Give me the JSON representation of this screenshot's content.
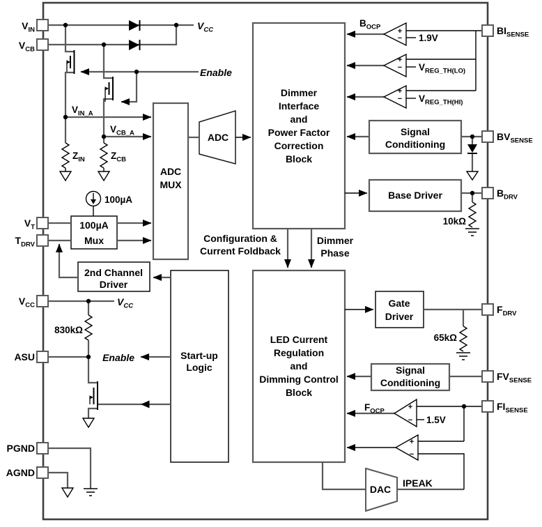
{
  "diagram_title": "LED driver IC functional block diagram",
  "colors": {
    "wire": "#595959",
    "symbol": "#000000",
    "block_border": "#595959",
    "background": "#ffffff",
    "text": "#000000"
  },
  "pins": {
    "left": [
      {
        "main": "V",
        "sub": "IN"
      },
      {
        "main": "V",
        "sub": "CB"
      },
      {
        "main": "V",
        "sub": "T"
      },
      {
        "main": "T",
        "sub": "DRV"
      },
      {
        "main": "V",
        "sub": "CC"
      },
      {
        "main": "ASU",
        "sub": ""
      },
      {
        "main": "PGND",
        "sub": ""
      },
      {
        "main": "AGND",
        "sub": ""
      }
    ],
    "right": [
      {
        "main": "BI",
        "sub": "SENSE"
      },
      {
        "main": "BV",
        "sub": "SENSE"
      },
      {
        "main": "B",
        "sub": "DRV"
      },
      {
        "main": "F",
        "sub": "DRV"
      },
      {
        "main": "FV",
        "sub": "SENSE"
      },
      {
        "main": "FI",
        "sub": "SENSE"
      }
    ]
  },
  "blocks": {
    "adc_mux": {
      "lines": [
        "ADC",
        "MUX"
      ]
    },
    "adc": {
      "label": "ADC"
    },
    "dimmer": {
      "lines": [
        "Dimmer",
        "Interface",
        "and",
        "Power Factor",
        "Correction",
        "Block"
      ]
    },
    "signal_conditioning_top": {
      "lines": [
        "Signal",
        "Conditioning"
      ]
    },
    "base_driver": {
      "label": "Base Driver"
    },
    "second_channel_driver": {
      "lines": [
        "2nd Channel",
        "Driver"
      ]
    },
    "mux_100ua": {
      "lines": [
        "100µA",
        "Mux"
      ]
    },
    "startup_logic": {
      "lines": [
        "Start-up",
        "Logic"
      ]
    },
    "led_block": {
      "lines": [
        "LED Current",
        "Regulation",
        "and",
        "Dimming Control",
        "Block"
      ]
    },
    "gate_driver": {
      "lines": [
        "Gate",
        "Driver"
      ]
    },
    "signal_conditioning_bottom": {
      "lines": [
        "Signal",
        "Conditioning"
      ]
    },
    "dac": {
      "label": "DAC"
    }
  },
  "signals": {
    "vcc_top": {
      "main": "V",
      "sub": "CC"
    },
    "enable_top": "Enable",
    "vin_a": {
      "main": "V",
      "sub": "IN_A"
    },
    "vcb_a": {
      "main": "V",
      "sub": "CB_A"
    },
    "bocp": {
      "main": "B",
      "sub": "OCP"
    },
    "ref_1v9": "1.9V",
    "vreg_lo": {
      "main": "V",
      "sub": "REG_TH(LO)"
    },
    "vreg_hi": {
      "main": "V",
      "sub": "REG_TH(HI)"
    },
    "config_foldback": [
      "Configuration &",
      "Current Foldback"
    ],
    "dimmer_phase": [
      "Dimmer",
      "Phase"
    ],
    "current_100ua": "100µA",
    "vcc_mid": {
      "main": "V",
      "sub": "CC"
    },
    "enable_bottom": "Enable",
    "focp": {
      "main": "F",
      "sub": "OCP"
    },
    "ref_1v5": "1.5V",
    "ipeak": "IPEAK",
    "plus": "+",
    "minus": "−"
  },
  "components": {
    "r_830k": "830kΩ",
    "r_10k": "10kΩ",
    "r_65k": "65kΩ",
    "z_in": {
      "main": "Z",
      "sub": "IN"
    },
    "z_cb": {
      "main": "Z",
      "sub": "CB"
    }
  }
}
